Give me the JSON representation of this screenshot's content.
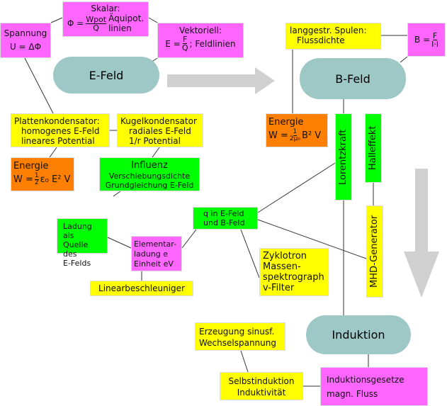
{
  "e_feld": {
    "label": "E-Feld"
  },
  "b_feld": {
    "label": "B-Feld"
  },
  "induktion": {
    "label": "Induktion"
  },
  "skalar": {
    "title": "Skalar:",
    "lhs": "Φ =",
    "num": "Wpot",
    "den": "Q",
    "text1": "Äquipot.",
    "text2": "linien"
  },
  "spannung": {
    "title": "Spannung",
    "formula": "U = ΔΦ"
  },
  "vektoriell": {
    "title": "Vektoriell:",
    "lhs": "E =",
    "num": "F",
    "den": "Q",
    "text": "; Feldlinien"
  },
  "spulen": {
    "title": "langgestr. Spulen:",
    "sub": "Flussdichte"
  },
  "b_formula": {
    "lhs": "B =",
    "num": "F",
    "den": "I·l"
  },
  "energie_b": {
    "title": "Energie",
    "lhs": "W =",
    "num": "1",
    "den": "2μ₀",
    "rhs": "B² V"
  },
  "lorentz": {
    "label": "Lorentzkraft"
  },
  "hall": {
    "label": "Halleffekt"
  },
  "platten": {
    "title": "Plattenkondensator:",
    "l1": "homogenes E-Feld",
    "l2": "lineares Potential"
  },
  "kugel": {
    "title": "Kugelkondensator",
    "l1": "radiales E-Feld",
    "l2": "1/r Potential"
  },
  "energie_e": {
    "title": "Energie",
    "lhs": "W =",
    "num": "1",
    "den": "2",
    "rhs": "ε₀ E² V"
  },
  "influenz": {
    "title": "Influenz",
    "l1": "Verschiebungsdichte",
    "l2": "Grundgleichung E-Feld"
  },
  "q_feld": {
    "l1": "q in E-Feld",
    "l2": "und B-Feld"
  },
  "ladung": {
    "l1": "Ladung als",
    "l2": "Quelle des",
    "l3": "E-Felds"
  },
  "elementar": {
    "l1": "Elementar-",
    "l2": "ladung e",
    "l3": "Einheit eV"
  },
  "mhd": {
    "label": "MHD-Generator"
  },
  "zyklotron": {
    "l1": "Zyklotron",
    "l2": "Massen-",
    "l3": "spektrograph",
    "l4": "v-Filter"
  },
  "linear": {
    "label": "Linearbeschleuniger"
  },
  "erzeugung": {
    "l1": "Erzeugung sinusf.",
    "l2": "Wechselspannung"
  },
  "selbst": {
    "l1": "Selbstinduktion",
    "l2": "Induktivität"
  },
  "gesetze": {
    "l1": "Induktionsgesetze",
    "l2": "magn. Fluss"
  },
  "colors": {
    "pill": "#9ec8c6",
    "yellow": "#ffff00",
    "magenta": "#ff66ff",
    "orange": "#ff7f00",
    "green": "#00ff00",
    "arrow": "#d0d0d0"
  }
}
